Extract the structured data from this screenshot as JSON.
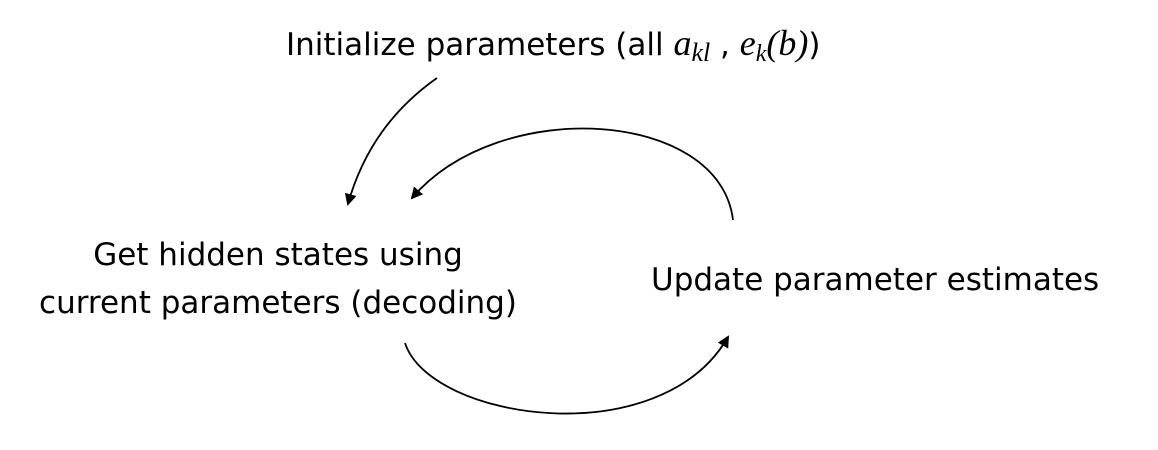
{
  "nodes": {
    "init": {
      "text": "Initialize parameters (all ",
      "math_a": "a",
      "math_a_sub": "kl",
      "sep": " , ",
      "math_e": "e",
      "math_e_sub": "k",
      "math_e_arg": "(b)",
      "close": ")"
    },
    "decode": {
      "line1": "Get hidden states using",
      "line2": "current parameters (decoding)"
    },
    "update": {
      "text": "Update parameter estimates"
    }
  },
  "edges": [
    {
      "from": "init",
      "to": "decode"
    },
    {
      "from": "decode",
      "to": "update"
    },
    {
      "from": "update",
      "to": "decode"
    }
  ],
  "colors": {
    "stroke": "#000000",
    "text": "#000000",
    "background": "#ffffff"
  }
}
